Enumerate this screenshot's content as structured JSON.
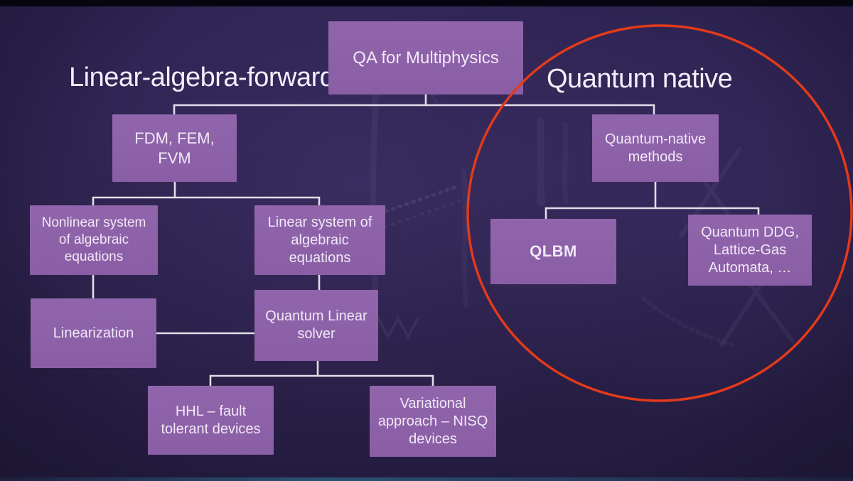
{
  "slide": {
    "headings": {
      "left": "Linear-algebra-forward",
      "right": "Quantum native"
    },
    "nodes": {
      "qa": {
        "label": "QA for Multiphysics"
      },
      "fdm": {
        "label": "FDM, FEM, FVM"
      },
      "qnm": {
        "label": "Quantum-native methods"
      },
      "nonlinear": {
        "label": "Nonlinear system of algebraic equations"
      },
      "linearsys": {
        "label": "Linear system of algebraic equations"
      },
      "qlbm": {
        "label": "QLBM"
      },
      "ddg": {
        "label": "Quantum DDG, Lattice-Gas Automata, …"
      },
      "linearization": {
        "label": "Linearization"
      },
      "qls": {
        "label": "Quantum Linear solver"
      },
      "hhl": {
        "label": "HHL – fault tolerant devices"
      },
      "variational": {
        "label": "Variational approach – NISQ devices"
      }
    },
    "annotation": {
      "description": "hand-drawn red circle around the quantum-native branch",
      "color": "#e23a1b"
    },
    "colors": {
      "background": "#2a2049",
      "box_fill": "#8c60a7",
      "box_text": "#f1e8f7",
      "heading_text": "#f3eefb",
      "connector": "#e0dee9"
    }
  }
}
